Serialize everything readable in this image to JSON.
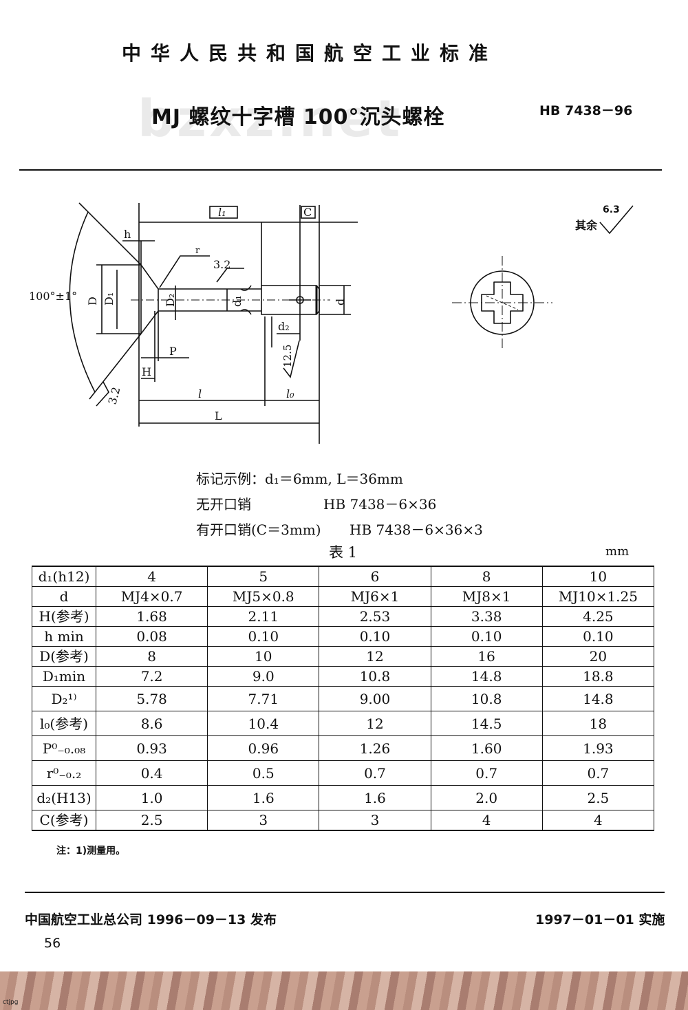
{
  "header": {
    "standard_body": "中华人民共和国航空工业标准",
    "title": "MJ 螺纹十字槽 100°沉头螺栓",
    "code": "HB 7438－96",
    "watermark": "bzxz.net"
  },
  "drawing": {
    "labels": {
      "angle": "100°±1°",
      "h": "h",
      "r": "r",
      "rough_32": "3.2",
      "rough_32_b": "3.2",
      "l1": "l₁",
      "c": "C",
      "D": "D",
      "D1": "D₁",
      "D2": "D₂",
      "d1": "d₁",
      "d": "d",
      "d2": "d₂",
      "rough_125": "12.5",
      "P": "P",
      "H": "H",
      "l": "l",
      "l0": "l₀",
      "L": "L"
    },
    "surface_rest_label": "其余",
    "surface_rest_value": "6.3"
  },
  "marking": {
    "example": "标记示例：d₁＝6mm, L＝36mm",
    "no_pin_label": "无开口销",
    "no_pin_code": "HB 7438－6×36",
    "with_pin_label": "有开口销(C＝3mm)",
    "with_pin_code": "HB 7438－6×36×3"
  },
  "table": {
    "title": "表 1",
    "unit": "mm",
    "rows": [
      {
        "label": "d₁(h12)",
        "values": [
          "4",
          "5",
          "6",
          "8",
          "10"
        ]
      },
      {
        "label": "d",
        "values": [
          "MJ4×0.7",
          "MJ5×0.8",
          "MJ6×1",
          "MJ8×1",
          "MJ10×1.25"
        ]
      },
      {
        "label": "H(参考)",
        "values": [
          "1.68",
          "2.11",
          "2.53",
          "3.38",
          "4.25"
        ]
      },
      {
        "label": "h min",
        "values": [
          "0.08",
          "0.10",
          "0.10",
          "0.10",
          "0.10"
        ]
      },
      {
        "label": "D(参考)",
        "values": [
          "8",
          "10",
          "12",
          "16",
          "20"
        ]
      },
      {
        "label": "D₁min",
        "values": [
          "7.2",
          "9.0",
          "10.8",
          "14.8",
          "18.8"
        ]
      },
      {
        "label": "D₂¹⁾",
        "values": [
          "5.78",
          "7.71",
          "9.00",
          "10.8",
          "14.8"
        ]
      },
      {
        "label": "l₀(参考)",
        "values": [
          "8.6",
          "10.4",
          "12",
          "14.5",
          "18"
        ]
      },
      {
        "label": "P⁰₋₀.₀₈",
        "values": [
          "0.93",
          "0.96",
          "1.26",
          "1.60",
          "1.93"
        ]
      },
      {
        "label": "r⁰₋₀.₂",
        "values": [
          "0.4",
          "0.5",
          "0.7",
          "0.7",
          "0.7"
        ]
      },
      {
        "label": "d₂(H13)",
        "values": [
          "1.0",
          "1.6",
          "1.6",
          "2.0",
          "2.5"
        ]
      },
      {
        "label": "C(参考)",
        "values": [
          "2.5",
          "3",
          "3",
          "4",
          "4"
        ]
      }
    ]
  },
  "note": "注：1)测量用。",
  "footer": {
    "issuer": "中国航空工业总公司 1996－09－13 发布",
    "effective": "1997－01－01 实施",
    "page": "56"
  },
  "scan_filename": "ctjpg"
}
